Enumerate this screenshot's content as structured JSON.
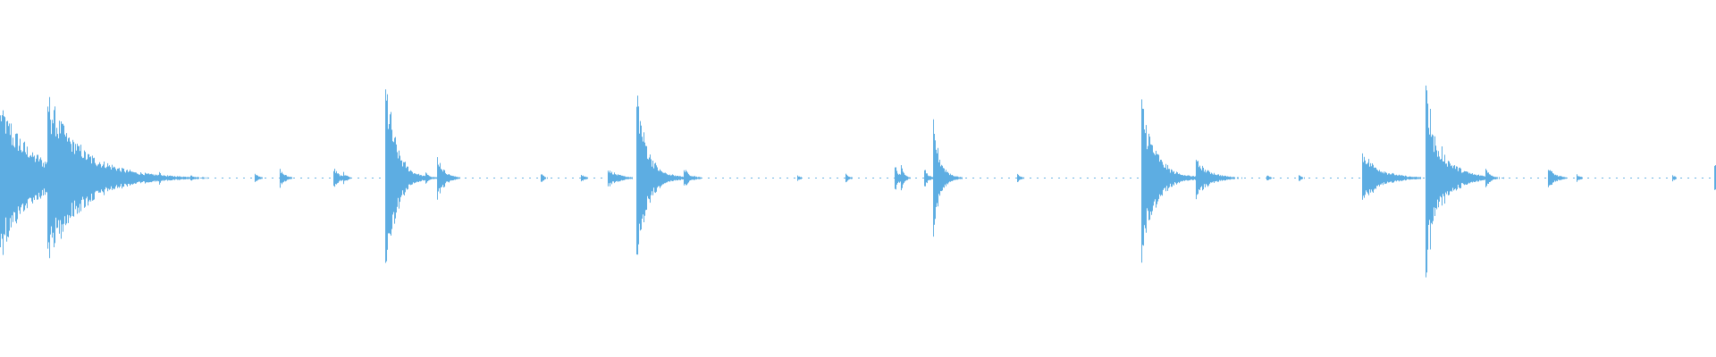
{
  "waveform": {
    "color": "#5dade2",
    "duration_fraction_note": "",
    "events": [
      {
        "t": 0.0,
        "amp": 0.48,
        "decay": 0.018
      },
      {
        "t": 0.0276,
        "amp": 0.53,
        "decay": 0.02
      },
      {
        "t": 0.0925,
        "amp": 0.04,
        "decay": 0.002
      },
      {
        "t": 0.111,
        "amp": 0.02,
        "decay": 0.002
      },
      {
        "t": 0.1485,
        "amp": 0.04,
        "decay": 0.002
      },
      {
        "t": 0.163,
        "amp": 0.06,
        "decay": 0.003
      },
      {
        "t": 0.1945,
        "amp": 0.07,
        "decay": 0.003
      },
      {
        "t": 0.2,
        "amp": 0.04,
        "decay": 0.002
      },
      {
        "t": 0.2245,
        "amp": 0.64,
        "decay": 0.006
      },
      {
        "t": 0.2335,
        "amp": 0.08,
        "decay": 0.008
      },
      {
        "t": 0.248,
        "amp": 0.04,
        "decay": 0.002
      },
      {
        "t": 0.2545,
        "amp": 0.15,
        "decay": 0.004
      },
      {
        "t": 0.315,
        "amp": 0.03,
        "decay": 0.002
      },
      {
        "t": 0.3385,
        "amp": 0.03,
        "decay": 0.002
      },
      {
        "t": 0.354,
        "amp": 0.06,
        "decay": 0.006
      },
      {
        "t": 0.371,
        "amp": 0.58,
        "decay": 0.006
      },
      {
        "t": 0.376,
        "amp": 0.1,
        "decay": 0.01
      },
      {
        "t": 0.3985,
        "amp": 0.06,
        "decay": 0.004
      },
      {
        "t": 0.4645,
        "amp": 0.02,
        "decay": 0.002
      },
      {
        "t": 0.4925,
        "amp": 0.03,
        "decay": 0.002
      },
      {
        "t": 0.5215,
        "amp": 0.11,
        "decay": 0.002
      },
      {
        "t": 0.525,
        "amp": 0.08,
        "decay": 0.002
      },
      {
        "t": 0.5385,
        "amp": 0.07,
        "decay": 0.002
      },
      {
        "t": 0.5435,
        "amp": 0.35,
        "decay": 0.004
      },
      {
        "t": 0.5925,
        "amp": 0.03,
        "decay": 0.002
      },
      {
        "t": 0.665,
        "amp": 0.5,
        "decay": 0.008
      },
      {
        "t": 0.6695,
        "amp": 0.1,
        "decay": 0.012
      },
      {
        "t": 0.697,
        "amp": 0.12,
        "decay": 0.008
      },
      {
        "t": 0.738,
        "amp": 0.02,
        "decay": 0.002
      },
      {
        "t": 0.757,
        "amp": 0.02,
        "decay": 0.002
      },
      {
        "t": 0.794,
        "amp": 0.17,
        "decay": 0.01
      },
      {
        "t": 0.8305,
        "amp": 0.66,
        "decay": 0.006
      },
      {
        "t": 0.84,
        "amp": 0.18,
        "decay": 0.01
      },
      {
        "t": 0.8655,
        "amp": 0.06,
        "decay": 0.003
      },
      {
        "t": 0.902,
        "amp": 0.07,
        "decay": 0.004
      },
      {
        "t": 0.9185,
        "amp": 0.03,
        "decay": 0.002
      },
      {
        "t": 0.9745,
        "amp": 0.02,
        "decay": 0.002
      },
      {
        "t": 0.999,
        "amp": 0.1,
        "decay": 0.004
      }
    ]
  }
}
